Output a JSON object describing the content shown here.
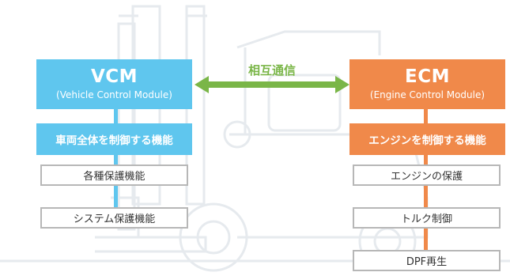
{
  "vcm": {
    "name": "VCM",
    "full_name": "(Vehicle Control Module)",
    "function": "車両全体を制御する機能",
    "items": [
      "各種保護機能",
      "システム保護機能"
    ]
  },
  "ecm": {
    "name": "ECM",
    "full_name": "(Engine Control Module)",
    "function": "エンジンを制御する機能",
    "items": [
      "エンジンの保護",
      "トルク制御",
      "DPF再生"
    ]
  },
  "communication": {
    "label": "相互通信"
  },
  "colors": {
    "vcm": "#5fc6ee",
    "ecm": "#f0894a",
    "arrow": "#7ab648",
    "item_border": "#b7b7b7",
    "background_sketch": "#e6eaee"
  },
  "background_icon": "forklift-sketch"
}
